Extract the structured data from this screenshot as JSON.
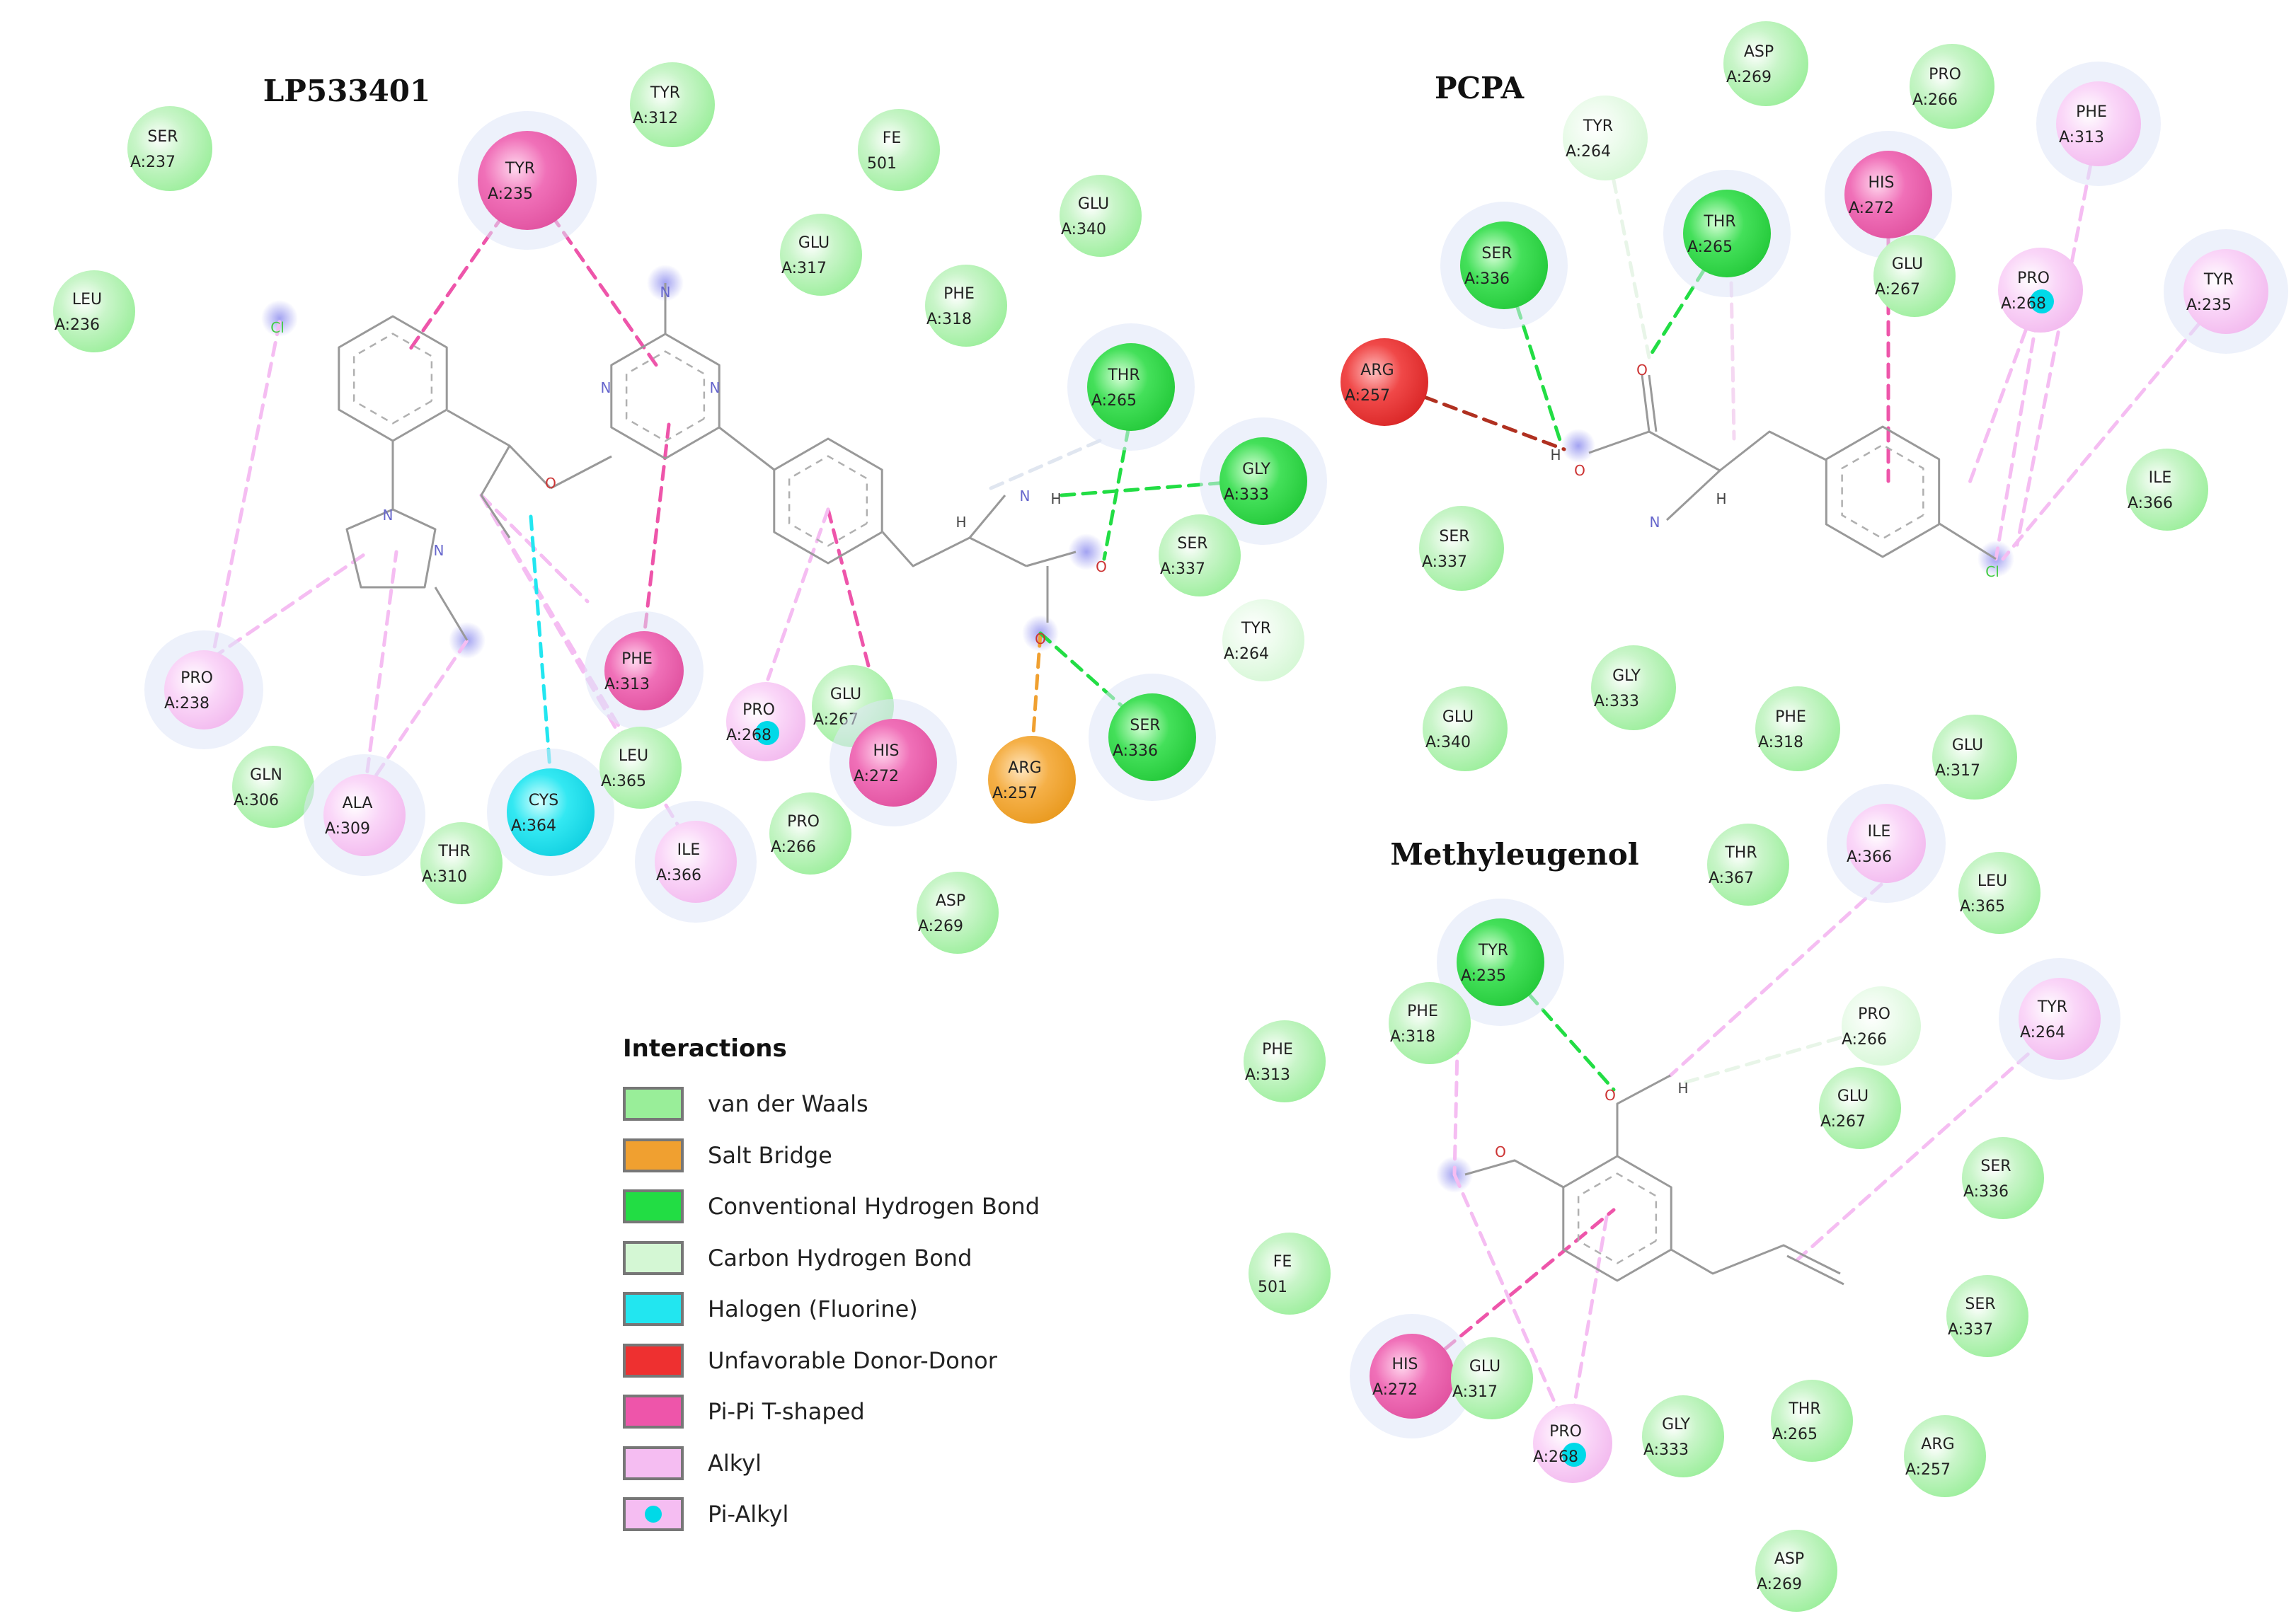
{
  "colors": {
    "vdw": "#99ee99",
    "salt_bridge": "#f0a030",
    "conv_hbond": "#22dd44",
    "carbon_hbond": "#d4f7d4",
    "halogen": "#22e6f0",
    "unfavorable": "#ee3030",
    "pi_pi_t": "#ee55aa",
    "alkyl": "#f5bdf2",
    "pi_alkyl_dot": "#00d9e8",
    "bond_line": "#999999"
  },
  "panels": [
    {
      "id": "lp533401",
      "title": "LP533401",
      "residues": [
        {
          "name": "SER",
          "id": "A:237",
          "type": "vdw"
        },
        {
          "name": "TYR",
          "id": "A:312",
          "type": "vdw"
        },
        {
          "name": "TYR",
          "id": "A:235",
          "type": "pi_pi_t"
        },
        {
          "name": "FE",
          "id": "501",
          "type": "vdw"
        },
        {
          "name": "GLU",
          "id": "A:340",
          "type": "vdw"
        },
        {
          "name": "GLU",
          "id": "A:317",
          "type": "vdw"
        },
        {
          "name": "PHE",
          "id": "A:318",
          "type": "vdw"
        },
        {
          "name": "LEU",
          "id": "A:236",
          "type": "vdw"
        },
        {
          "name": "THR",
          "id": "A:265",
          "type": "conv_hbond"
        },
        {
          "name": "GLY",
          "id": "A:333",
          "type": "conv_hbond"
        },
        {
          "name": "SER",
          "id": "A:337",
          "type": "vdw"
        },
        {
          "name": "TYR",
          "id": "A:264",
          "type": "carbon_hbond"
        },
        {
          "name": "PRO",
          "id": "A:238",
          "type": "alkyl"
        },
        {
          "name": "PHE",
          "id": "A:313",
          "type": "pi_pi_t"
        },
        {
          "name": "PRO",
          "id": "A:268",
          "type": "pi_alkyl"
        },
        {
          "name": "GLU",
          "id": "A:267",
          "type": "vdw"
        },
        {
          "name": "HIS",
          "id": "A:272",
          "type": "pi_pi_t"
        },
        {
          "name": "SER",
          "id": "A:336",
          "type": "conv_hbond"
        },
        {
          "name": "ARG",
          "id": "A:257",
          "type": "salt_bridge"
        },
        {
          "name": "GLN",
          "id": "A:306",
          "type": "vdw"
        },
        {
          "name": "ALA",
          "id": "A:309",
          "type": "alkyl"
        },
        {
          "name": "CYS",
          "id": "A:364",
          "type": "halogen"
        },
        {
          "name": "LEU",
          "id": "A:365",
          "type": "vdw"
        },
        {
          "name": "THR",
          "id": "A:310",
          "type": "vdw"
        },
        {
          "name": "ILE",
          "id": "A:366",
          "type": "alkyl"
        },
        {
          "name": "PRO",
          "id": "A:266",
          "type": "vdw"
        },
        {
          "name": "ASP",
          "id": "A:269",
          "type": "vdw"
        }
      ],
      "atoms": [
        "Cl",
        "N",
        "N",
        "N",
        "N",
        "N",
        "O",
        "H",
        "N",
        "H",
        "O",
        "O"
      ]
    },
    {
      "id": "pcpa",
      "title": "PCPA",
      "residues": [
        {
          "name": "ASP",
          "id": "A:269",
          "type": "vdw"
        },
        {
          "name": "PRO",
          "id": "A:266",
          "type": "vdw"
        },
        {
          "name": "PHE",
          "id": "A:313",
          "type": "alkyl"
        },
        {
          "name": "TYR",
          "id": "A:264",
          "type": "carbon_hbond"
        },
        {
          "name": "HIS",
          "id": "A:272",
          "type": "pi_pi_t"
        },
        {
          "name": "THR",
          "id": "A:265",
          "type": "conv_hbond"
        },
        {
          "name": "SER",
          "id": "A:336",
          "type": "conv_hbond"
        },
        {
          "name": "GLU",
          "id": "A:267",
          "type": "vdw"
        },
        {
          "name": "PRO",
          "id": "A:268",
          "type": "pi_alkyl"
        },
        {
          "name": "TYR",
          "id": "A:235",
          "type": "alkyl"
        },
        {
          "name": "ARG",
          "id": "A:257",
          "type": "unfavorable"
        },
        {
          "name": "ILE",
          "id": "A:366",
          "type": "vdw"
        },
        {
          "name": "SER",
          "id": "A:337",
          "type": "vdw"
        },
        {
          "name": "GLY",
          "id": "A:333",
          "type": "vdw"
        },
        {
          "name": "PHE",
          "id": "A:318",
          "type": "vdw"
        },
        {
          "name": "GLU",
          "id": "A:340",
          "type": "vdw"
        },
        {
          "name": "GLU",
          "id": "A:317",
          "type": "vdw"
        }
      ],
      "atoms": [
        "O",
        "H",
        "O",
        "H",
        "N",
        "Cl"
      ]
    },
    {
      "id": "methyleugenol",
      "title": "Methyleugenol",
      "residues": [
        {
          "name": "THR",
          "id": "A:367",
          "type": "vdw"
        },
        {
          "name": "ILE",
          "id": "A:366",
          "type": "alkyl"
        },
        {
          "name": "LEU",
          "id": "A:365",
          "type": "vdw"
        },
        {
          "name": "TYR",
          "id": "A:235",
          "type": "conv_hbond"
        },
        {
          "name": "PHE",
          "id": "A:318",
          "type": "vdw"
        },
        {
          "name": "PHE",
          "id": "A:313",
          "type": "vdw"
        },
        {
          "name": "PRO",
          "id": "A:266",
          "type": "carbon_hbond"
        },
        {
          "name": "TYR",
          "id": "A:264",
          "type": "alkyl"
        },
        {
          "name": "GLU",
          "id": "A:267",
          "type": "vdw"
        },
        {
          "name": "SER",
          "id": "A:336",
          "type": "vdw"
        },
        {
          "name": "FE",
          "id": "501",
          "type": "vdw"
        },
        {
          "name": "SER",
          "id": "A:337",
          "type": "vdw"
        },
        {
          "name": "HIS",
          "id": "A:272",
          "type": "pi_pi_t"
        },
        {
          "name": "GLU",
          "id": "A:317",
          "type": "vdw"
        },
        {
          "name": "PRO",
          "id": "A:268",
          "type": "pi_alkyl"
        },
        {
          "name": "GLY",
          "id": "A:333",
          "type": "vdw"
        },
        {
          "name": "THR",
          "id": "A:265",
          "type": "vdw"
        },
        {
          "name": "ARG",
          "id": "A:257",
          "type": "vdw"
        },
        {
          "name": "ASP",
          "id": "A:269",
          "type": "vdw"
        }
      ],
      "atoms": [
        "O",
        "O",
        "H"
      ]
    }
  ],
  "legend": {
    "title": "Interactions",
    "items": [
      {
        "label": "van der Waals",
        "color": "#99ee99",
        "dot": false
      },
      {
        "label": "Salt Bridge",
        "color": "#f0a030",
        "dot": false
      },
      {
        "label": "Conventional Hydrogen Bond",
        "color": "#22dd44",
        "dot": false
      },
      {
        "label": "Carbon Hydrogen Bond",
        "color": "#d4f7d4",
        "dot": false
      },
      {
        "label": "Halogen (Fluorine)",
        "color": "#22e6f0",
        "dot": false
      },
      {
        "label": "Unfavorable Donor-Donor",
        "color": "#ee3030",
        "dot": false
      },
      {
        "label": "Pi-Pi T-shaped",
        "color": "#ee55aa",
        "dot": false
      },
      {
        "label": "Alkyl",
        "color": "#f5bdf2",
        "dot": false
      },
      {
        "label": "Pi-Alkyl",
        "color": "#f5bdf2",
        "dot": true
      }
    ]
  }
}
